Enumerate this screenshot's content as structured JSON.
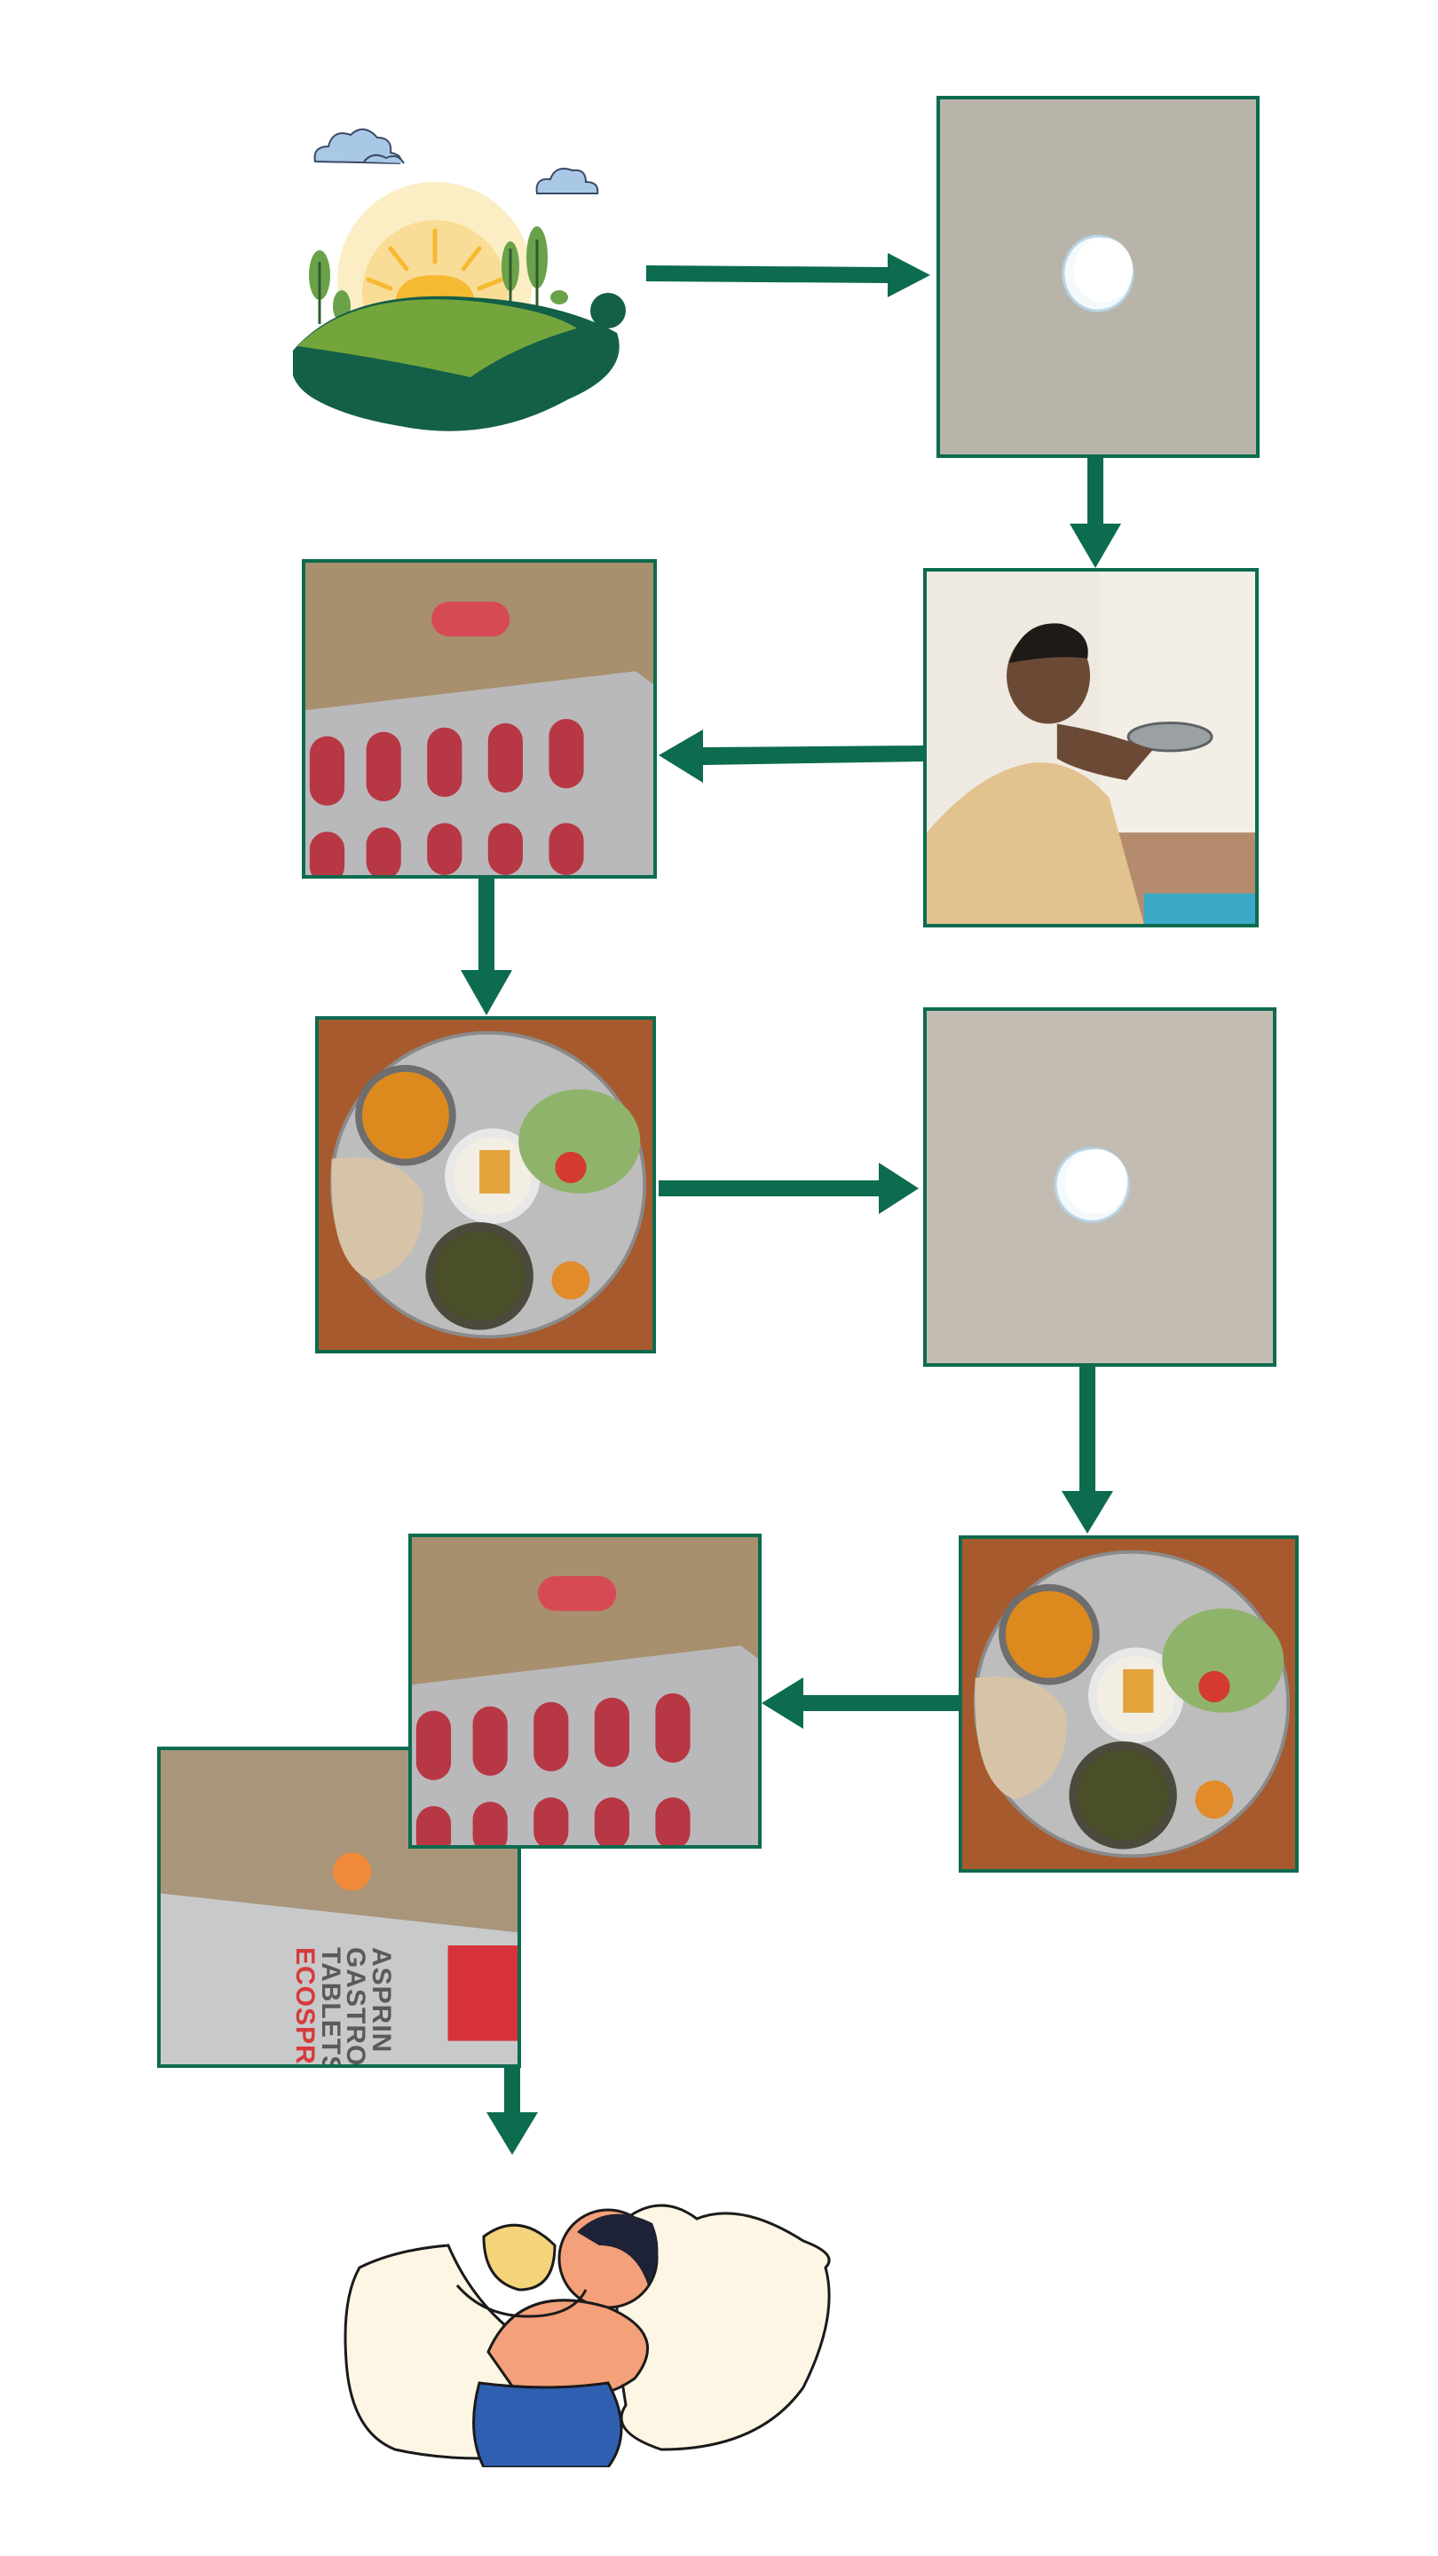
{
  "diagram": {
    "steps": [
      {
        "id": "sunrise",
        "kind": "illustration",
        "depicts": "sunrise-landscape"
      },
      {
        "id": "pill-white-1",
        "kind": "photo",
        "depicts": "white-round-tablet"
      },
      {
        "id": "woman-drinking",
        "kind": "photo",
        "depicts": "woman-drinking-from-bowl"
      },
      {
        "id": "red-pill-1",
        "kind": "photo",
        "depicts": "red-oval-tablet-blister"
      },
      {
        "id": "thali-1",
        "kind": "photo",
        "depicts": "thali-meal-plate"
      },
      {
        "id": "pill-white-2",
        "kind": "photo",
        "depicts": "white-round-tablet"
      },
      {
        "id": "thali-2",
        "kind": "photo",
        "depicts": "thali-meal-plate"
      },
      {
        "id": "red-pill-2",
        "kind": "photo",
        "depicts": "red-oval-tablet-blister"
      },
      {
        "id": "aspirin",
        "kind": "photo",
        "depicts": "orange-tablet-aspirin-strip"
      },
      {
        "id": "sleep",
        "kind": "illustration",
        "depicts": "person-sleeping"
      }
    ],
    "arrows": [
      {
        "from": "sunrise",
        "to": "pill-white-1",
        "direction": "right"
      },
      {
        "from": "pill-white-1",
        "to": "woman-drinking",
        "direction": "down"
      },
      {
        "from": "woman-drinking",
        "to": "red-pill-1",
        "direction": "left"
      },
      {
        "from": "red-pill-1",
        "to": "thali-1",
        "direction": "down"
      },
      {
        "from": "thali-1",
        "to": "pill-white-2",
        "direction": "right"
      },
      {
        "from": "pill-white-2",
        "to": "thali-2",
        "direction": "down"
      },
      {
        "from": "thali-2",
        "to": "red-pill-2",
        "direction": "left"
      },
      {
        "from": "aspirin",
        "to": "sleep",
        "direction": "down"
      }
    ],
    "colors": {
      "arrow": "#0d6b4f",
      "frame_border": "#0d6b4f",
      "background": "#ffffff"
    }
  },
  "aspirin_pack": {
    "line1": "ASPRIN",
    "line2": "GASTRO",
    "line3": "TABLETS",
    "brand": "ECOSPRIN"
  }
}
